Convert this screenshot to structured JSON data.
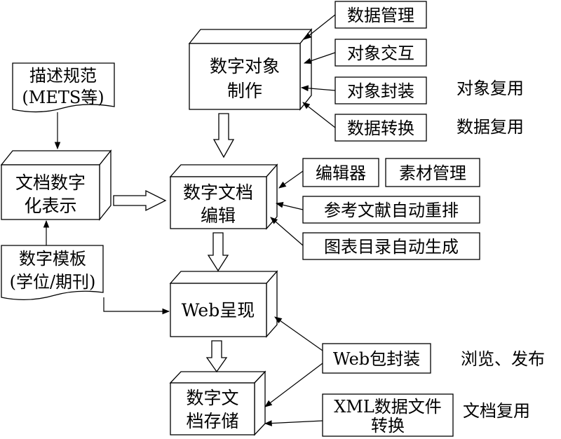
{
  "cubes": {
    "object_production": [
      "数字对象",
      "制作"
    ],
    "doc_digitization": [
      "文档数字",
      "化表示"
    ],
    "doc_editing": [
      "数字文档",
      "编辑"
    ],
    "web_presentation": [
      "Web呈现"
    ],
    "doc_storage": [
      "数字文",
      "档存储"
    ]
  },
  "docs": {
    "description_spec": [
      "描述规范",
      "(METS等)"
    ],
    "digital_template": [
      "数字模板",
      "(学位/期刊)"
    ]
  },
  "boxes": {
    "data_management": "数据管理",
    "object_interaction": "对象交互",
    "object_encapsulation": "对象封装",
    "data_conversion": "数据转换",
    "editor": "编辑器",
    "material_management": "素材管理",
    "reference_rearrange": "参考文献自动重排",
    "figure_toc_generate": "图表目录自动生成",
    "web_package": "Web包封装",
    "xml_conversion": [
      "XML数据文件",
      "转换"
    ]
  },
  "labels": {
    "object_reuse": "对象复用",
    "data_reuse": "数据复用",
    "browse_publish": "浏览、发布",
    "document_reuse": "文档复用"
  }
}
